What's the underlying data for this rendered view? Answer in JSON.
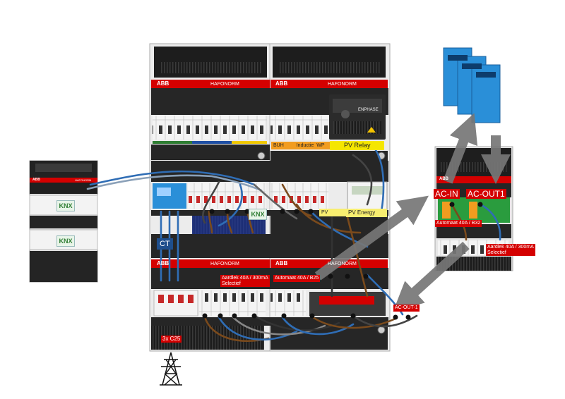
{
  "brand": {
    "abb": "ABB",
    "hafonorm": "HAFONORM",
    "knx": "KNX",
    "enphase": "ENPHASE"
  },
  "labels": {
    "buh": "BUH",
    "inductie": "Inductie",
    "wp": "WP",
    "pv_relay": "PV Relay",
    "pv": "PV",
    "pv_energy": "PV Energy",
    "ct": "CT",
    "aardlek_left": "Aardlek 40A / 300mA\nSelectief",
    "automaat_b25": "Automaat 40A / B25",
    "c25": "3x C25",
    "ac_in": "AC-IN",
    "ac_out1": "AC-OUT1",
    "automaat_b32": "Automaat 40A / B32",
    "aardlek_right": "Aardlek 40A / 300mA\nSelectief",
    "ac_out_1": "AC-OUT-1"
  },
  "colors": {
    "abb_red": "#d40000",
    "cabinet": "#ededed",
    "rail": "#2a2a2a",
    "arrow": "#777777",
    "victron_blue": "#2a8fd8"
  }
}
